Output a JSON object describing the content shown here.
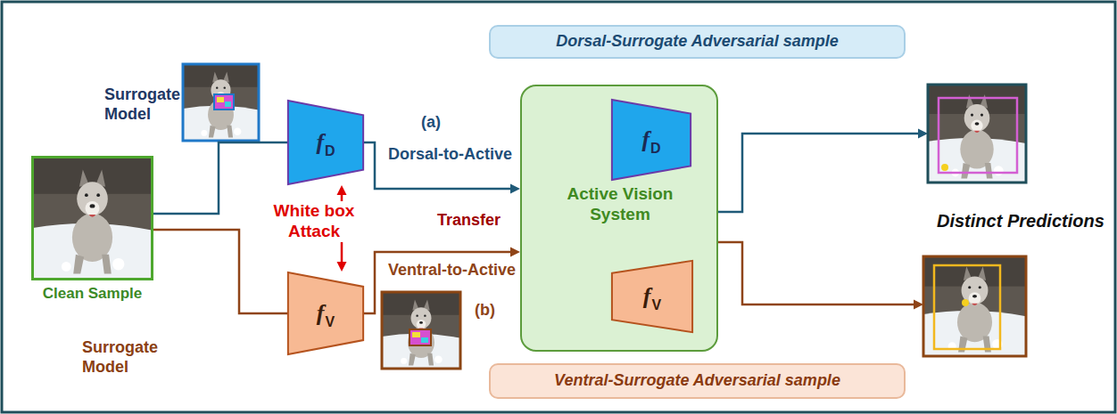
{
  "diagram": {
    "nodes": [
      {
        "text": [
          "Dorsal-Surrogate Adversarial sample"
        ]
      },
      {
        "text": [
          "Clean Sample"
        ]
      },
      {
        "text": [
          "f",
          "D"
        ]
      },
      {
        "text": [
          "f",
          "V"
        ]
      },
      {
        "text": [
          "Active Vision System"
        ]
      },
      {
        "text": [
          "f",
          "D"
        ],
        "in": 4
      },
      {
        "text": [
          "f",
          "V"
        ],
        "in": 4
      },
      {
        "text": [
          "Ventral-Surrogate Adversarial sample"
        ]
      }
    ],
    "edges": [
      {
        "from": 1,
        "to": 2,
        "arrow": "none"
      },
      {
        "from": 1,
        "to": 3,
        "arrow": "none"
      },
      {
        "from": 2,
        "to": 4,
        "label": "Dorsal-to-Active",
        "arrow": "to"
      },
      {
        "from": 3,
        "to": 4,
        "label": "Ventral-to-Active",
        "arrow": "to"
      },
      {
        "from": 2,
        "to": 3,
        "label": "White box Attack",
        "arrow": "both"
      }
    ],
    "labels": [
      "Surrogate Model",
      "(a)",
      "Transfer",
      "(b)",
      "Surrogate Model",
      "Distinct Predictions"
    ]
  }
}
